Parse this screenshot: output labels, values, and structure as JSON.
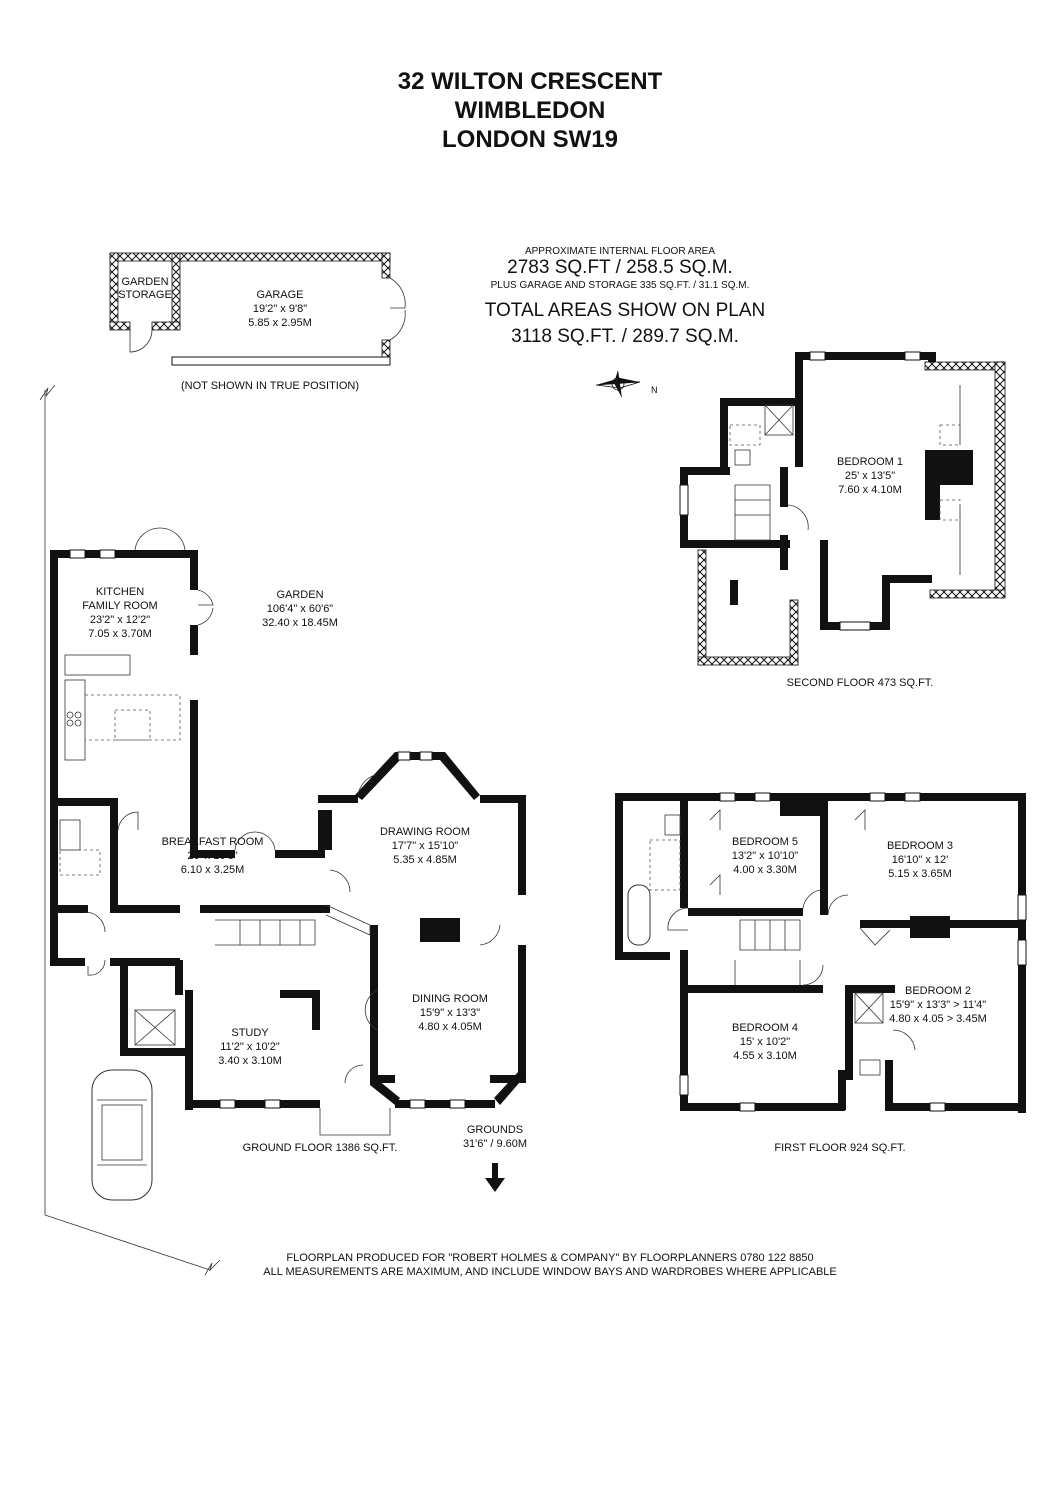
{
  "address": {
    "line1": "32 WILTON CRESCENT",
    "line2": "WIMBLEDON",
    "line3": "LONDON SW19"
  },
  "areas": {
    "internal_label": "APPROXIMATE INTERNAL FLOOR AREA",
    "internal_value": "2783 SQ.FT / 258.5 SQ.M.",
    "garage_note": "PLUS GARAGE AND STORAGE 335 SQ.FT. / 31.1 SQ.M.",
    "total_label": "TOTAL AREAS SHOW ON PLAN",
    "total_value": "3118 SQ.FT. / 289.7 SQ.M."
  },
  "outbuildings": {
    "garden_storage_1": "GARDEN",
    "garden_storage_2": "STORAGE",
    "garage_name": "GARAGE",
    "garage_imperial": "19'2\" x 9'8\"",
    "garage_metric": "5.85 x 2.95M",
    "position_note": "(NOT SHOWN IN  TRUE POSITION)"
  },
  "compass": {
    "north": "N"
  },
  "garden": {
    "name": "GARDEN",
    "imperial": "106'4\" x 60'6\"",
    "metric": "32.40 x 18.45M"
  },
  "ground_floor": {
    "kitchen": {
      "name1": "KITCHEN",
      "name2": "FAMILY ROOM",
      "imperial": "23'2\" x 12'2\"",
      "metric": "7.05 x 3.70M"
    },
    "breakfast": {
      "name": "BREAKFAST ROOM",
      "imperial": "20' x 10'8\"",
      "metric": "6.10 x 3.25M"
    },
    "drawing": {
      "name": "DRAWING ROOM",
      "imperial": "17'7\" x 15'10\"",
      "metric": "5.35 x 4.85M"
    },
    "dining": {
      "name": "DINING ROOM",
      "imperial": "15'9\" x 13'3\"",
      "metric": "4.80 x 4.05M"
    },
    "study": {
      "name": "STUDY",
      "imperial": "11'2\" x 10'2\"",
      "metric": "3.40 x 3.10M"
    },
    "caption": "GROUND FLOOR 1386 SQ.FT."
  },
  "grounds": {
    "label": "GROUNDS",
    "value": "31'6\" / 9.60M"
  },
  "first_floor": {
    "bedroom5": {
      "name": "BEDROOM 5",
      "imperial": "13'2\" x 10'10\"",
      "metric": "4.00 x 3.30M"
    },
    "bedroom3": {
      "name": "BEDROOM 3",
      "imperial": "16'10\" x 12'",
      "metric": "5.15 x 3.65M"
    },
    "bedroom2": {
      "name": "BEDROOM 2",
      "imperial": "15'9\" x 13'3\" > 11'4\"",
      "metric": "4.80 x 4.05 > 3.45M"
    },
    "bedroom4": {
      "name": "BEDROOM 4",
      "imperial": "15' x 10'2\"",
      "metric": "4.55 x 3.10M"
    },
    "caption": "FIRST FLOOR 924 SQ.FT."
  },
  "second_floor": {
    "bedroom1": {
      "name": "BEDROOM 1",
      "imperial": "25' x 13'5\"",
      "metric": "7.60 x 4.10M"
    },
    "caption": "SECOND FLOOR 473 SQ.FT."
  },
  "footer": {
    "line1": "FLOORPLAN PRODUCED FOR \"ROBERT HOLMES & COMPANY\" BY FLOORPLANNERS 0780 122 8850",
    "line2": "ALL MEASUREMENTS ARE MAXIMUM, AND INCLUDE WINDOW BAYS AND WARDROBES WHERE APPLICABLE"
  }
}
